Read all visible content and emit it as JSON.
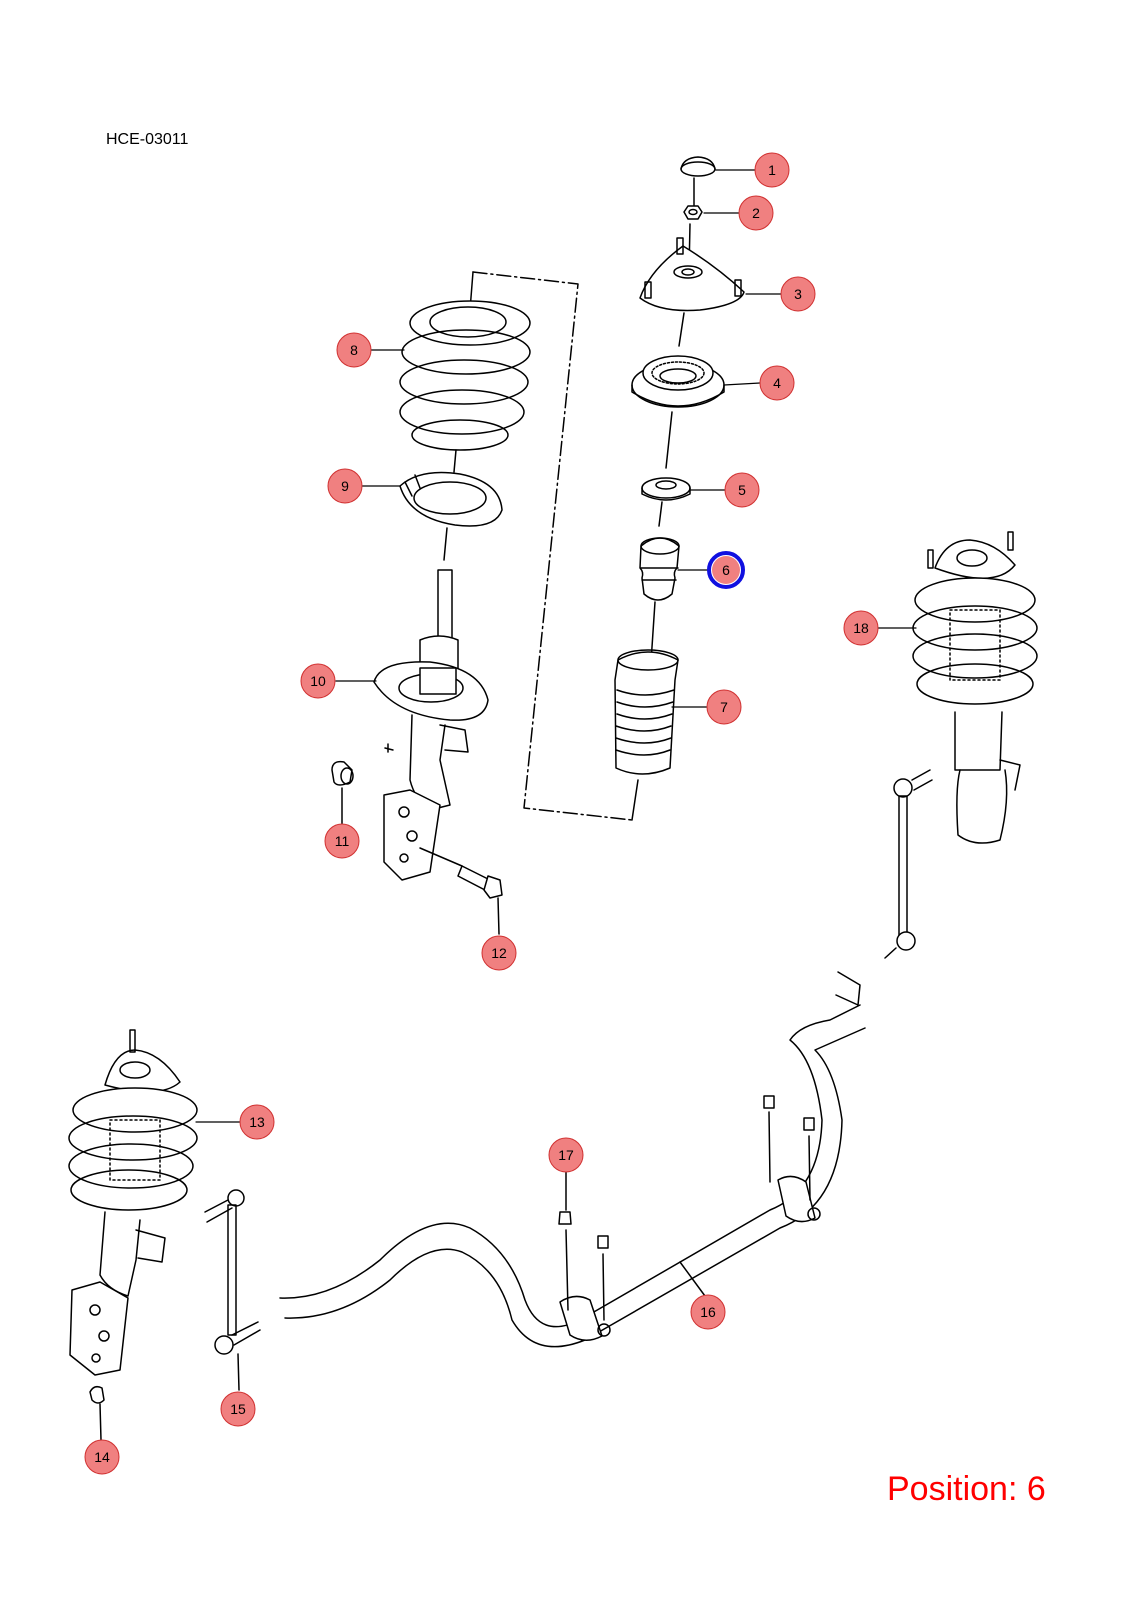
{
  "diagram": {
    "reference_code": "HCE-03011",
    "position_label": "Position: 6",
    "selected_callout": "6",
    "callouts": [
      "1",
      "2",
      "3",
      "4",
      "5",
      "6",
      "7",
      "8",
      "9",
      "10",
      "11",
      "12",
      "13",
      "14",
      "15",
      "16",
      "17",
      "18"
    ],
    "colors": {
      "callout_fill": "#f08080",
      "callout_stroke": "#d03030",
      "selected_stroke": "#1010e0",
      "position_text": "#ff0000",
      "line": "#000000"
    }
  }
}
